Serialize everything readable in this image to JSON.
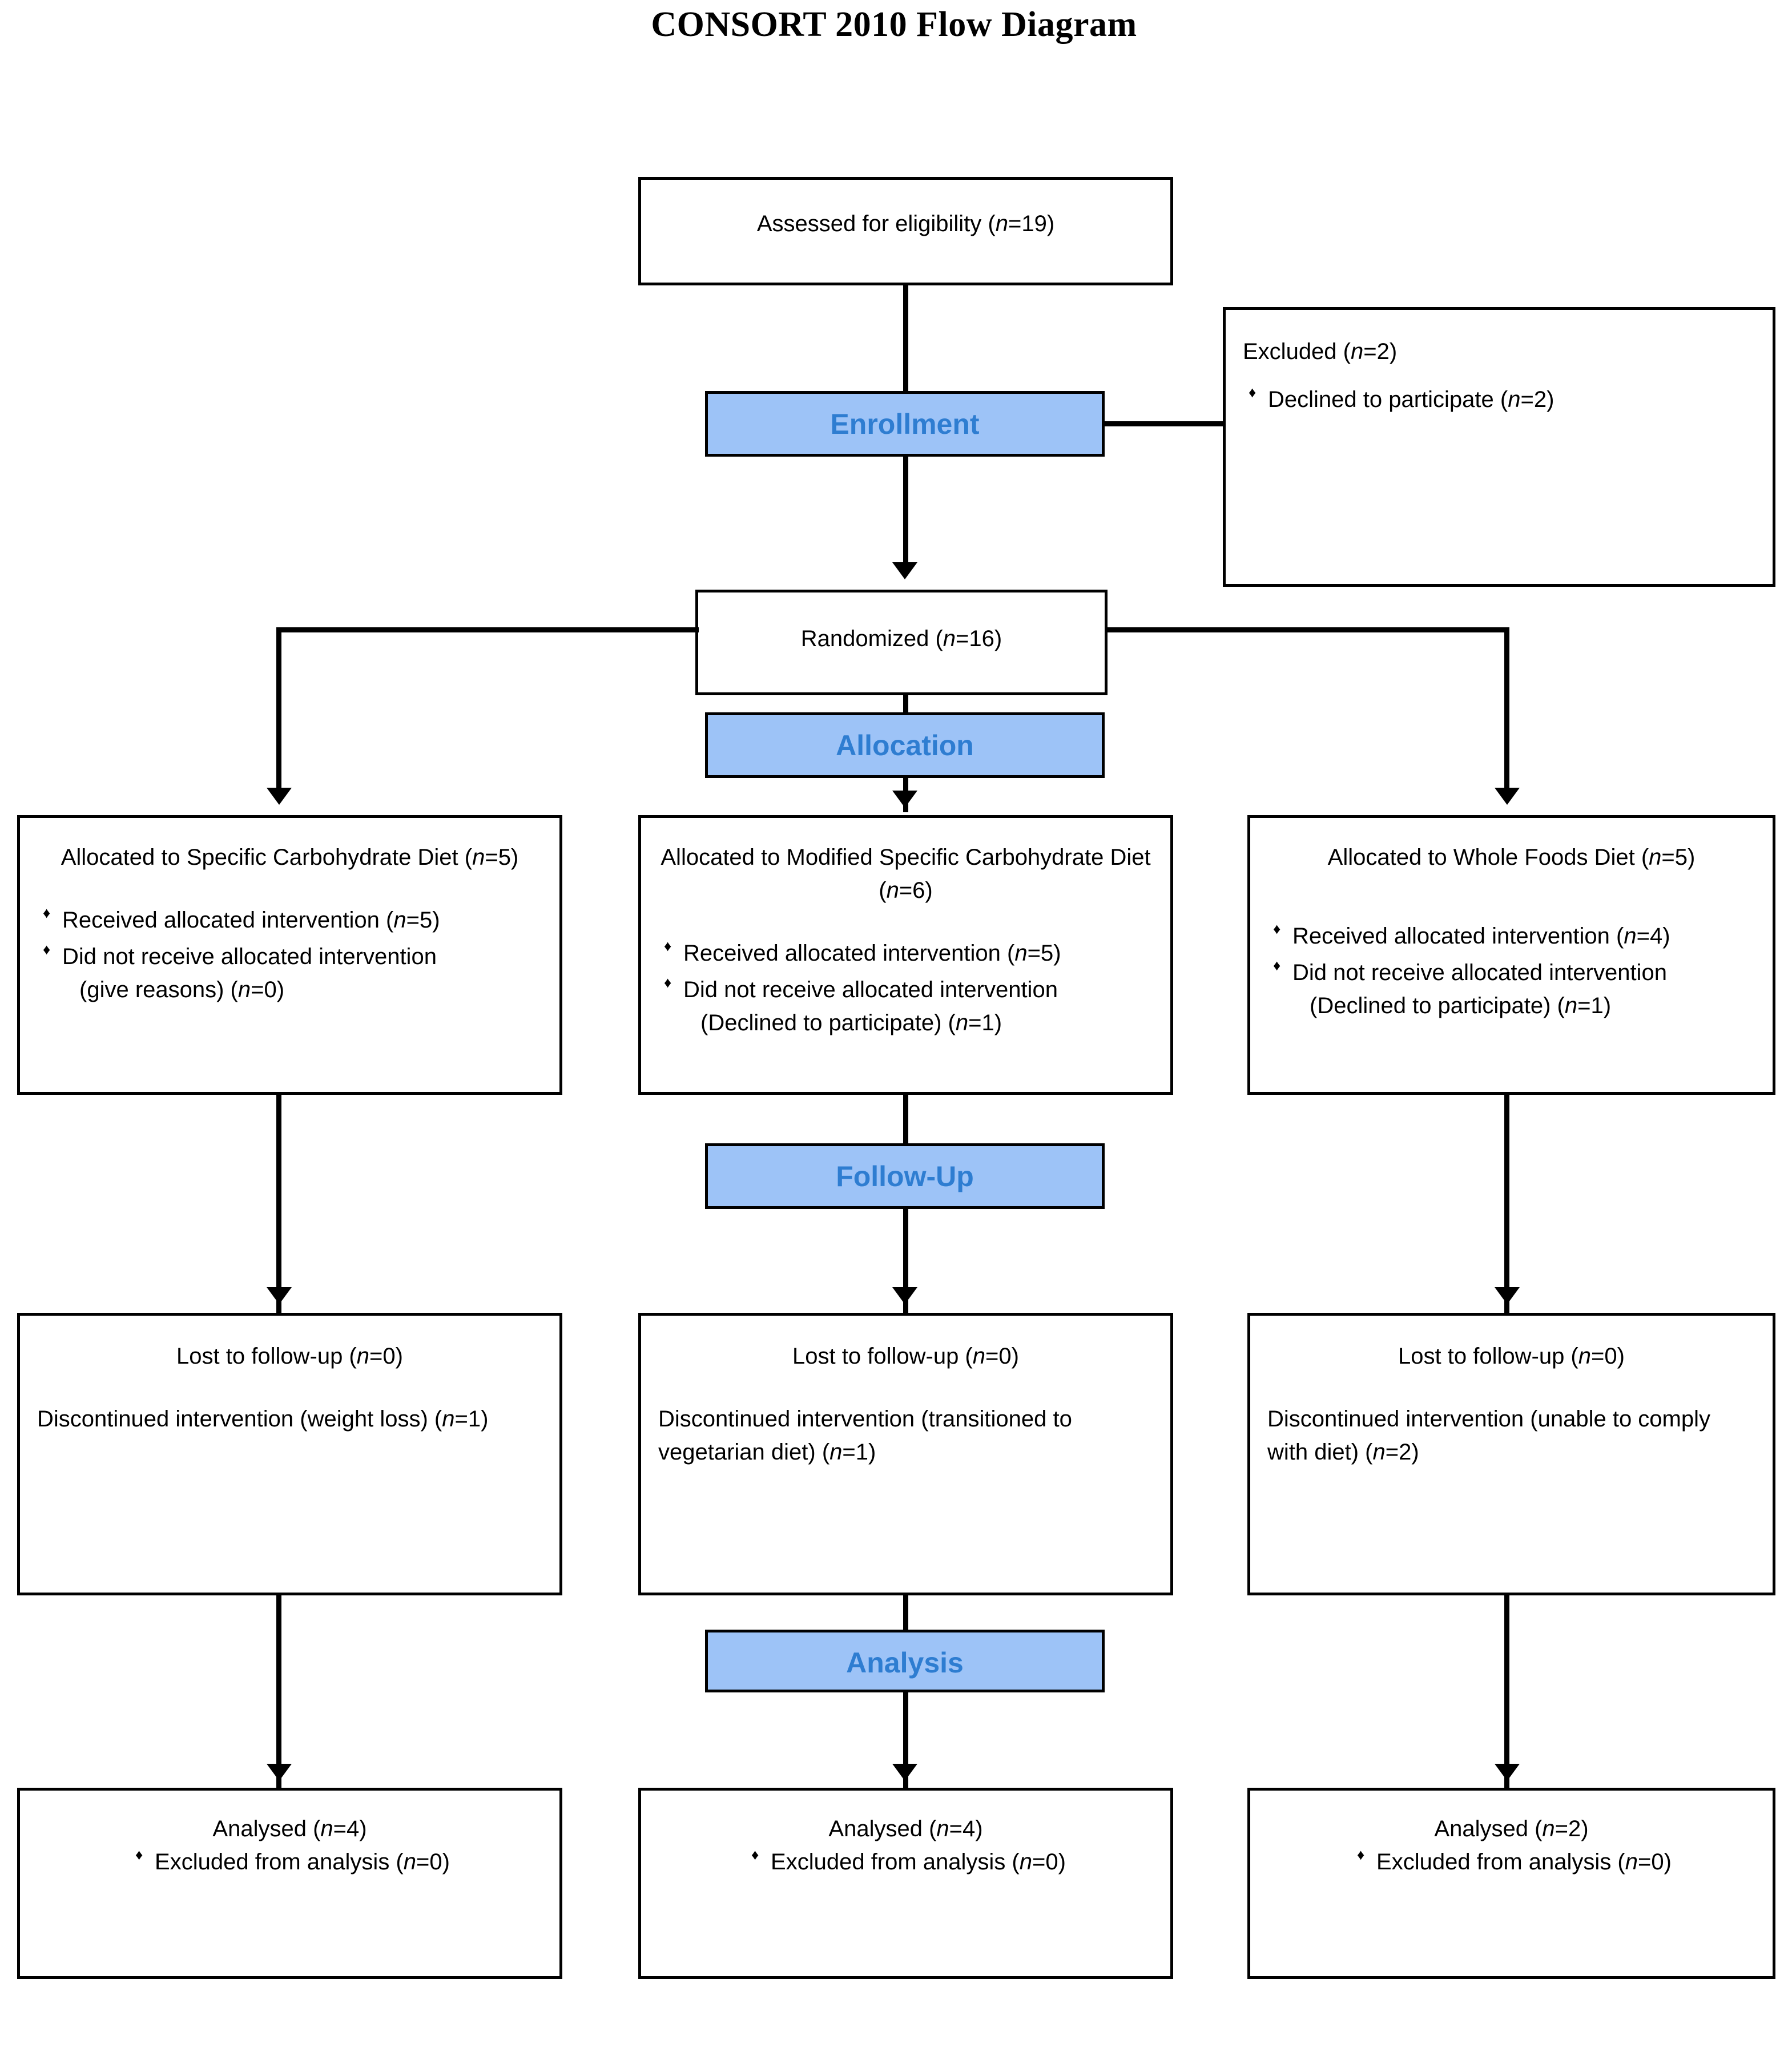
{
  "title": "CONSORT 2010 Flow Diagram",
  "stages": {
    "enrollment": "Enrollment",
    "allocation": "Allocation",
    "followup": "Follow-Up",
    "analysis": "Analysis"
  },
  "enrollment": {
    "assessed": "Assessed for eligibility (n=19)",
    "excluded_title": "Excluded (n=2)",
    "excluded_items": [
      "Declined to participate (n=2)"
    ],
    "randomized": "Randomized (n=16)"
  },
  "allocation": [
    {
      "title": "Allocated to Specific Carbohydrate Diet (n=5)",
      "items": [
        {
          "main": "Received allocated intervention (n=5)",
          "cont": ""
        },
        {
          "main": "Did not receive allocated intervention",
          "cont": "(give reasons) (n=0)"
        }
      ]
    },
    {
      "title": "Allocated to Modified Specific Carbohydrate Diet (n=6)",
      "items": [
        {
          "main": "Received allocated intervention (n=5)",
          "cont": ""
        },
        {
          "main": "Did not receive allocated intervention",
          "cont": "(Declined to participate) (n=1)"
        }
      ]
    },
    {
      "title": "Allocated to Whole Foods Diet (n=5)",
      "items": [
        {
          "main": "Received allocated intervention (n=4)",
          "cont": ""
        },
        {
          "main": "Did not receive allocated intervention",
          "cont": "(Declined to participate) (n=1)"
        }
      ]
    }
  ],
  "followup": [
    {
      "lost": "Lost to follow-up (n=0)",
      "discontinued": "Discontinued intervention (weight loss) (n=1)"
    },
    {
      "lost": "Lost to follow-up (n=0)",
      "discontinued": "Discontinued intervention (transitioned to vegetarian diet) (n=1)"
    },
    {
      "lost": "Lost to follow-up (n=0)",
      "discontinued": "Discontinued intervention (unable to comply with diet) (n=2)"
    }
  ],
  "analysis": [
    {
      "analysed": "Analysed (n=4)",
      "items": [
        "Excluded from analysis (n=0)"
      ]
    },
    {
      "analysed": "Analysed (n=4)",
      "items": [
        "Excluded from analysis (n=0)"
      ]
    },
    {
      "analysed": "Analysed (n=2)",
      "items": [
        "Excluded from analysis (n=0)"
      ]
    }
  ],
  "colors": {
    "banner_fill": "#9DC3F7",
    "banner_text": "#2E7DD1",
    "border": "#000000",
    "background": "#FFFFFF"
  }
}
